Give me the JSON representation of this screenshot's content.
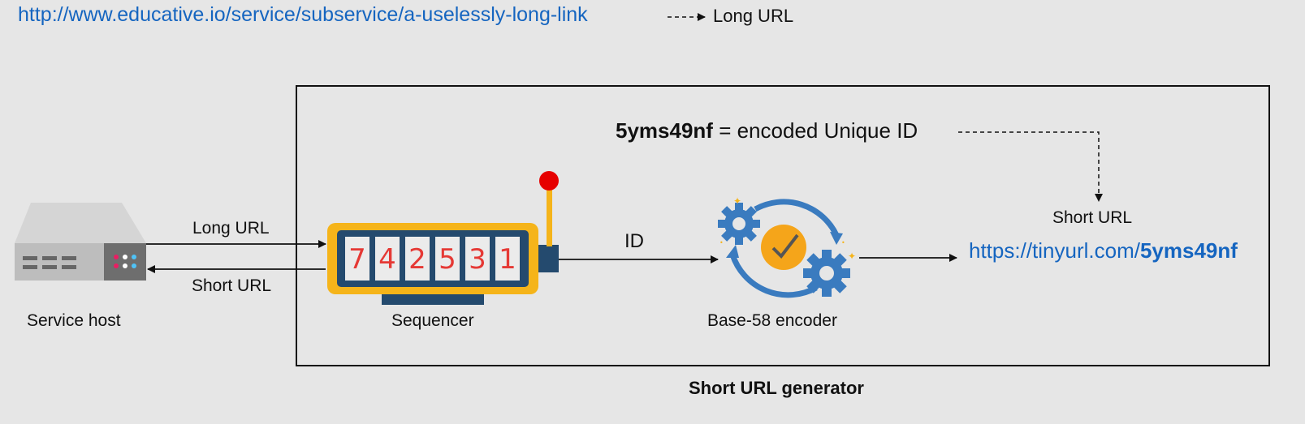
{
  "long_link": "http://www.educative.io/service/subservice/a-uselessly-long-link",
  "long_url_tag": "Long URL",
  "encoded": {
    "id": "5yms49nf",
    "rest": " = encoded Unique ID"
  },
  "short_url": {
    "label": "Short URL",
    "prefix": "https://tinyurl.com/",
    "id": "5yms49nf"
  },
  "service_host": {
    "label": "Service host"
  },
  "arrows": {
    "long_url": "Long URL",
    "short_url": "Short URL",
    "id": "ID"
  },
  "sequencer": {
    "label": "Sequencer",
    "digits": [
      "7",
      "4",
      "2",
      "5",
      "3",
      "1"
    ]
  },
  "encoder": {
    "label": "Base-58 encoder"
  },
  "generator": {
    "title": "Short URL generator"
  },
  "colors": {
    "link": "#1565c0",
    "sequencer_frame": "#f5b41a",
    "sequencer_body": "#244a6e",
    "digit_text": "#e53935",
    "gear": "#3a7bbf",
    "check_circle": "#f5a51a"
  }
}
